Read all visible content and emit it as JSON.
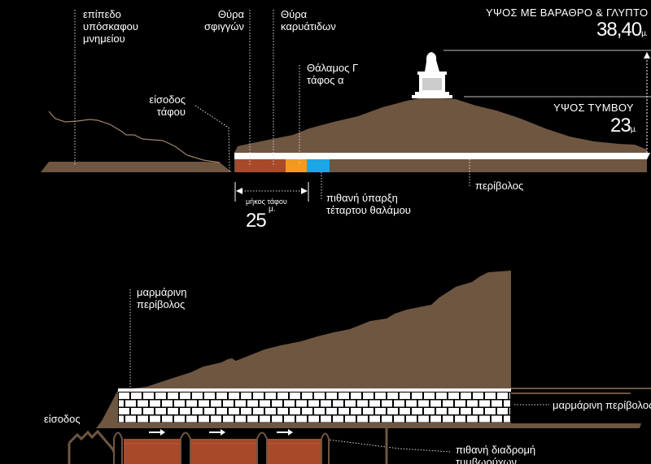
{
  "top": {
    "subsoil_level_label": "επίπεδο\nυπόσκαφου\nμνημείου",
    "sphinx_door_label": "Θύρα\nσφιγγών",
    "caryatid_door_label": "Θύρα\nκαρυάτιδων",
    "chamber_c_label": "Θάλαμος Γ\nτάφος α",
    "tomb_entrance_label": "είσοδος\nτάφου",
    "total_height_label": "ΥΨΟΣ ΜΕ ΒΑΡΑΘΡΟ & ΓΛΥΠΤΟ",
    "total_height_value": "38,40",
    "total_height_unit": "μ.",
    "mound_height_label": "ΥΨΟΣ ΤΥΜΒΟΥ",
    "mound_height_value": "23",
    "mound_height_unit": "μ.",
    "enclosure_label": "περίβολος",
    "tomb_length_label": "μήκος τάφου",
    "tomb_length_value": "25",
    "tomb_length_unit": "μ.",
    "fourth_chamber_label": "πιθανή ύπαρξη\nτέταρτου θαλάμου"
  },
  "bottom": {
    "marble_enclosure_label": "μαρμάρινη\nπερίβολος",
    "marble_enclosure_right_label": "μαρμάρινη περίβολος",
    "entrance_label": "είσοδος",
    "robbers_route_label": "πιθανή διαδρομή\nτυμβωρύχων"
  },
  "colors": {
    "earth": "#6e5641",
    "chamber_red": "#a8492a",
    "chamber_orange": "#f39a1e",
    "chamber_blue": "#1ba6e6",
    "marble": "#ffffff"
  }
}
